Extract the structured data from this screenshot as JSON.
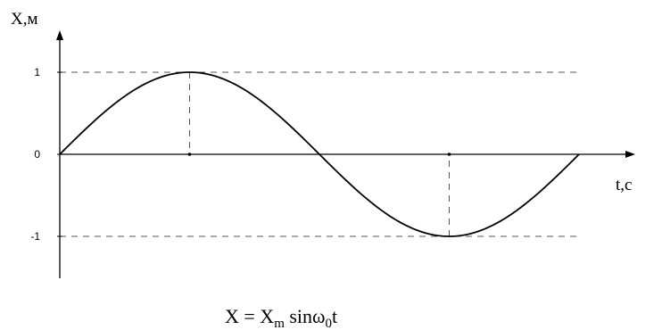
{
  "chart_data": {
    "type": "line",
    "title": "",
    "xlabel": "t,с",
    "ylabel": "X,м",
    "yticks": [
      "1",
      "0",
      "-1"
    ],
    "ytick_values": [
      1,
      0,
      -1
    ],
    "ylim": [
      -1.5,
      1.5
    ],
    "xlim": [
      0,
      1.05
    ],
    "grid": false,
    "reference_lines": {
      "y": [
        1,
        -1
      ],
      "x": [
        0.25,
        0.75
      ]
    },
    "series": [
      {
        "function": "sin",
        "amplitude": 1,
        "period": 1,
        "x_start": 0,
        "x_end": 1
      }
    ],
    "annotation": {
      "base": "X = X",
      "sub1": "m",
      "mid": " sinω",
      "sub2": "0",
      "tail": "t"
    },
    "colors": {
      "line": "#000000",
      "dash": "#555555"
    }
  }
}
